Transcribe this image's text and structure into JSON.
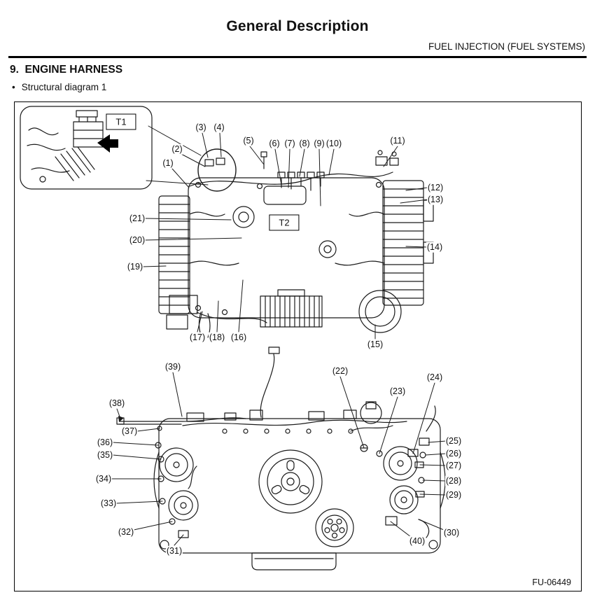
{
  "page": {
    "title": "General Description",
    "subtitle": "FUEL INJECTION (FUEL SYSTEMS)",
    "section_heading": "9.  ENGINE HARNESS",
    "list_item": "Structural diagram 1",
    "figure_code": "FU-06449"
  },
  "colors": {
    "ink": "#1a1a1a",
    "paper": "#ffffff"
  },
  "diagram": {
    "inset_label": "T1",
    "center_label": "T2",
    "callouts": [
      {
        "label": "(1)"
      },
      {
        "label": "(2)"
      },
      {
        "label": "(3)"
      },
      {
        "label": "(4)"
      },
      {
        "label": "(5)"
      },
      {
        "label": "(6)"
      },
      {
        "label": "(7)"
      },
      {
        "label": "(8)"
      },
      {
        "label": "(9)"
      },
      {
        "label": "(10)"
      },
      {
        "label": "(11)"
      },
      {
        "label": "(12)"
      },
      {
        "label": "(13)"
      },
      {
        "label": "(14)"
      },
      {
        "label": "(15)"
      },
      {
        "label": "(16)"
      },
      {
        "label": "(17)"
      },
      {
        "label": "(18)"
      },
      {
        "label": "(19)"
      },
      {
        "label": "(20)"
      },
      {
        "label": "(21)"
      },
      {
        "label": "(22)"
      },
      {
        "label": "(23)"
      },
      {
        "label": "(24)"
      },
      {
        "label": "(25)"
      },
      {
        "label": "(26)"
      },
      {
        "label": "(27)"
      },
      {
        "label": "(28)"
      },
      {
        "label": "(29)"
      },
      {
        "label": "(30)"
      },
      {
        "label": "(31)"
      },
      {
        "label": "(32)"
      },
      {
        "label": "(33)"
      },
      {
        "label": "(34)"
      },
      {
        "label": "(35)"
      },
      {
        "label": "(36)"
      },
      {
        "label": "(37)"
      },
      {
        "label": "(38)"
      },
      {
        "label": "(39)"
      },
      {
        "label": "(40)"
      }
    ]
  }
}
